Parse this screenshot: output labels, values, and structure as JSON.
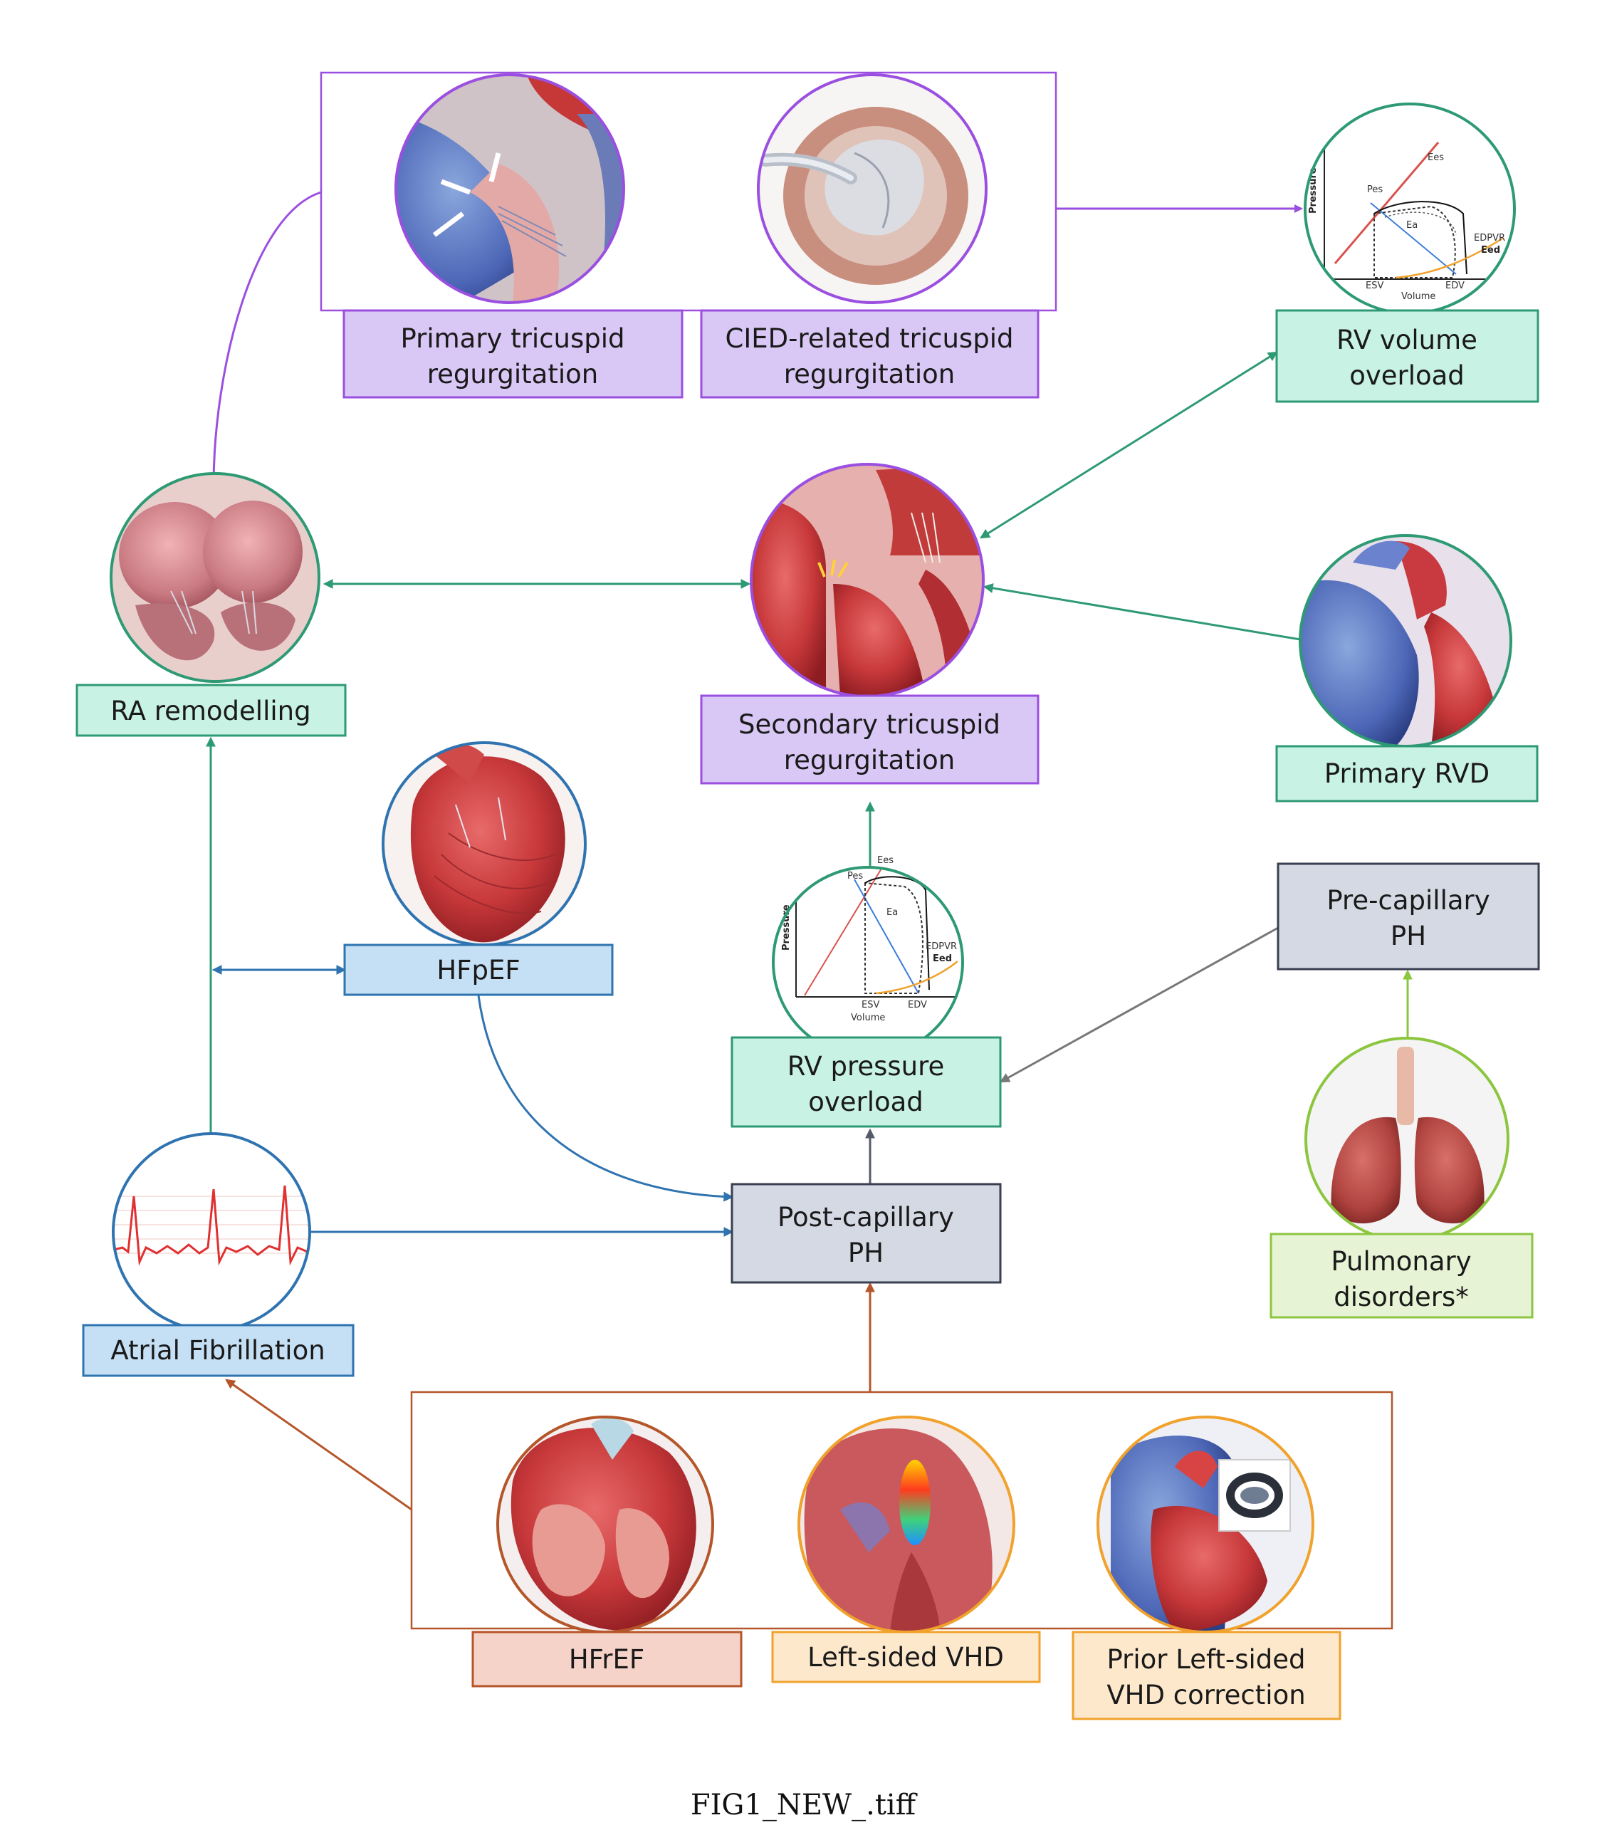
{
  "colors": {
    "purple": "#9b4fe0",
    "purple_fill": "#d9c8f5",
    "teal": "#2e9a74",
    "teal_fill": "#c8f2e3",
    "blue": "#2f74b0",
    "blue_fill": "#c5e0f5",
    "gray": "#3a3f52",
    "gray_fill": "#d5d9e3",
    "green": "#8cc63f",
    "green_fill": "#e6f3d4",
    "brown": "#b5562a",
    "brown_fill": "#f6d3c8",
    "orange": "#f0a22c",
    "orange_fill": "#fde8cc"
  },
  "nodes": {
    "primary_tr": [
      "Primary tricuspid",
      "regurgitation"
    ],
    "cied_tr": [
      "CIED-related tricuspid",
      "regurgitation"
    ],
    "rv_volume": [
      "RV volume",
      "overload"
    ],
    "ra_remodelling": [
      "RA remodelling"
    ],
    "secondary_tr": [
      "Secondary tricuspid",
      "regurgitation"
    ],
    "primary_rvd": [
      "Primary RVD"
    ],
    "hfpef": [
      "HFpEF"
    ],
    "pre_capillary": [
      "Pre-capillary",
      "PH"
    ],
    "rv_pressure": [
      "RV pressure",
      "overload"
    ],
    "post_capillary": [
      "Post-capillary",
      "PH"
    ],
    "pulmonary": [
      "Pulmonary",
      "disorders*"
    ],
    "atrial_fib": [
      "Atrial Fibrillation"
    ],
    "hfref": [
      "HFrEF"
    ],
    "left_vhd": [
      "Left-sided VHD"
    ],
    "prior_vhd": [
      "Prior Left-sided",
      "VHD correction"
    ]
  },
  "pv_loop_volume": {
    "ylabel": "Pressure",
    "xlabel": "Volume",
    "labels": [
      "Pes",
      "Ees",
      "Ea",
      "ESV",
      "EDV",
      "EDPVR",
      "Eed"
    ]
  },
  "pv_loop_pressure": {
    "ylabel": "Pressure",
    "xlabel": "Volume",
    "labels": [
      "Pes",
      "Ees",
      "Ea",
      "ESV",
      "EDV",
      "EDPVR",
      "Eed"
    ]
  },
  "caption": "FIG1_NEW_.tiff"
}
